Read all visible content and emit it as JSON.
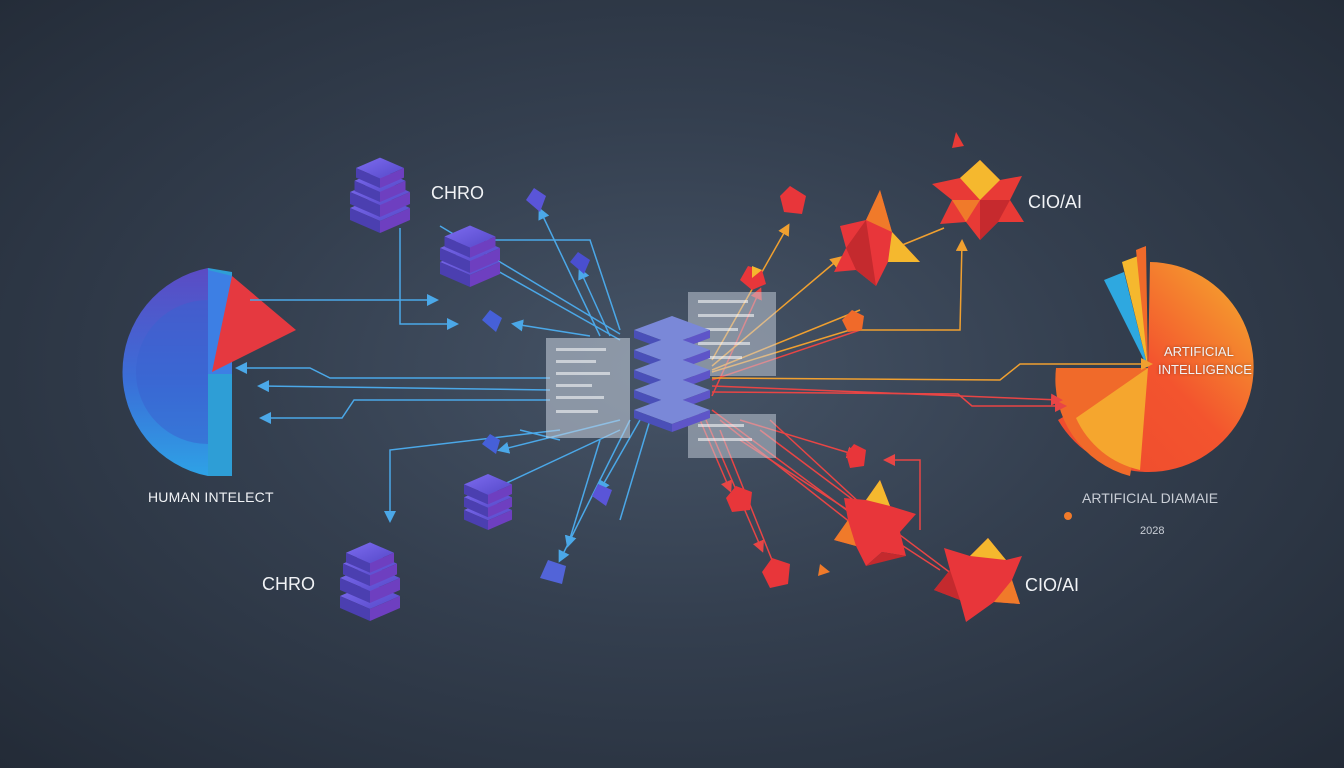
{
  "labels": {
    "chro_top": "CHRO",
    "chro_bottom": "CHRO",
    "cio_top": "CIO/AI",
    "cio_bottom": "CIO/AI",
    "human": "HUMAN INTELECT",
    "ai_line1": "ARTIFICIAL",
    "ai_line2": "INTELLIGENCE",
    "ai_domain": "ARTIFICIAL DIAMAIE",
    "year": "2028"
  },
  "colors": {
    "background": "#2e3846",
    "human_blue": "#3a7fe0",
    "human_purple": "#6a4fc8",
    "human_red": "#e03a3f",
    "ai_red": "#e8363a",
    "ai_orange": "#f38a27",
    "ai_yellow": "#f5b82e",
    "ai_cyan": "#2ea8e0",
    "link_blue": "#4ba8e8",
    "link_red": "#e84545",
    "link_orange": "#f0a030"
  },
  "icons": {
    "human_side": "stacked-cube-icon",
    "ai_side": "polyhedron-burst-icon",
    "center": "server-stack-icon",
    "panels": "document-panel-icon"
  }
}
